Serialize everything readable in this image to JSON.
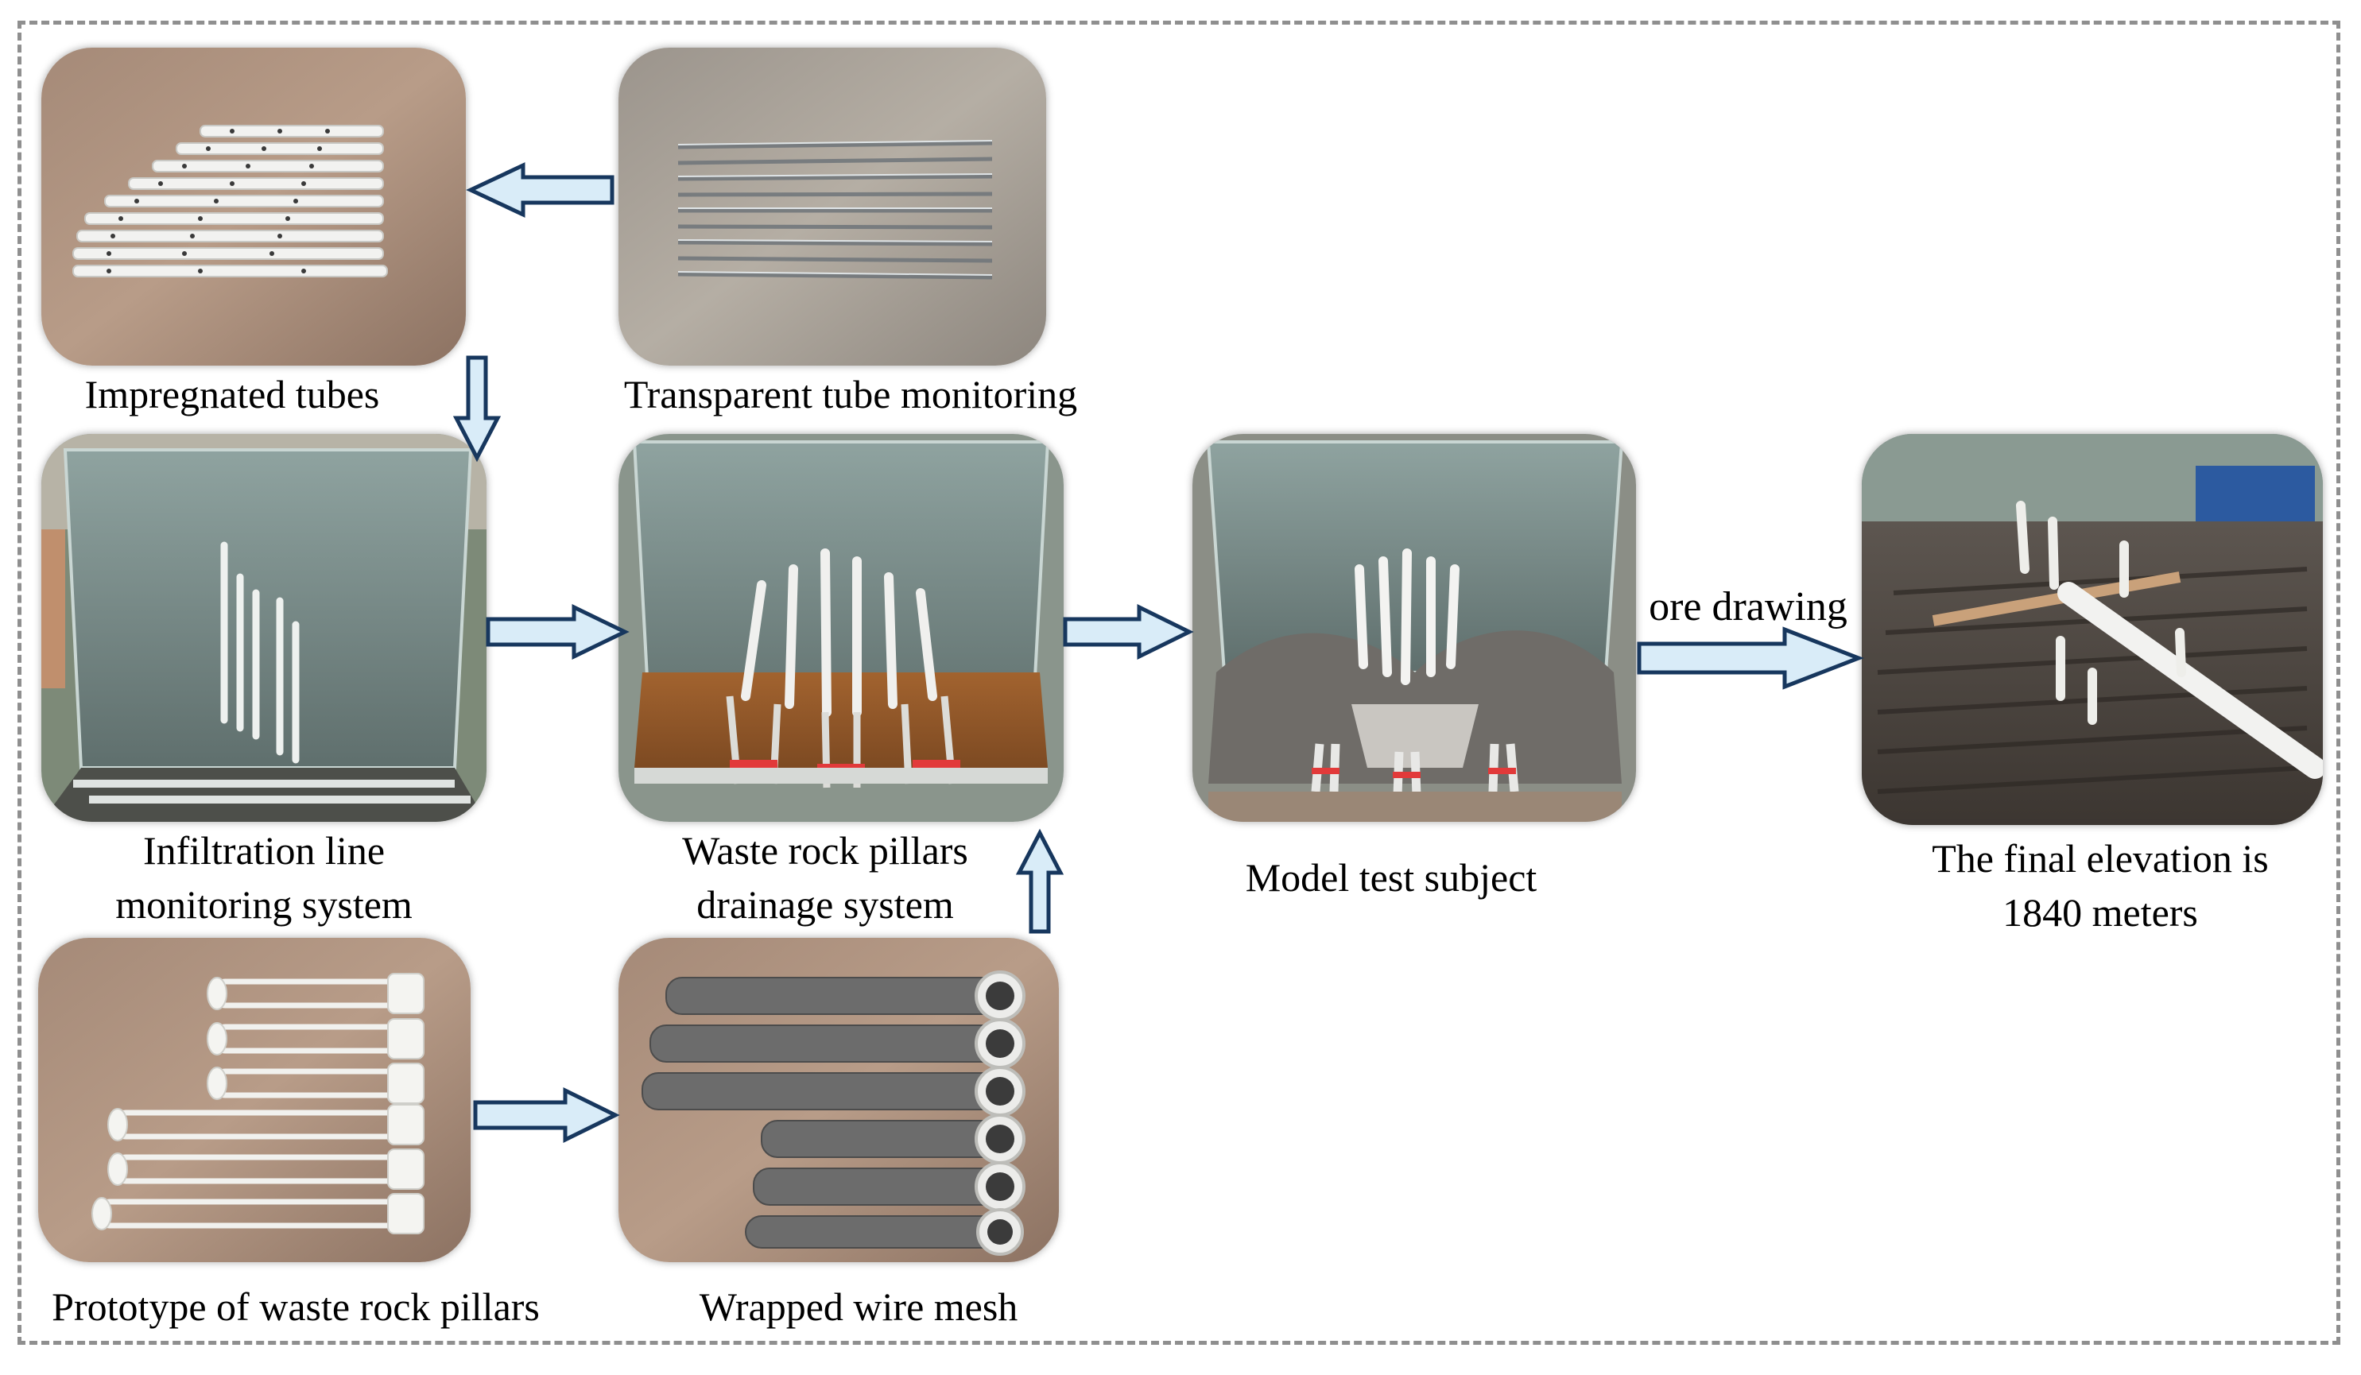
{
  "accent_colors": {
    "arrow_fill": "#d9ecf8",
    "arrow_stroke": "#17375e",
    "frame": "#8f8f8f"
  },
  "panels": {
    "impregnated_tubes": {
      "caption": "Impregnated tubes"
    },
    "transparent_tube": {
      "caption": "Transparent tube monitoring"
    },
    "infiltration": {
      "caption_line1": "Infiltration line",
      "caption_line2": "monitoring system"
    },
    "waste_rock_drainage": {
      "caption_line1": "Waste rock pillars",
      "caption_line2": "drainage system"
    },
    "model_test": {
      "caption": "Model test subject"
    },
    "final_elevation": {
      "caption_line1": "The final elevation is",
      "caption_line2": "1840 meters"
    },
    "prototype": {
      "caption": "Prototype of waste rock pillars"
    },
    "wrapped_mesh": {
      "caption": "Wrapped wire mesh"
    }
  },
  "arrows": {
    "ore_drawing_label": "ore drawing"
  }
}
